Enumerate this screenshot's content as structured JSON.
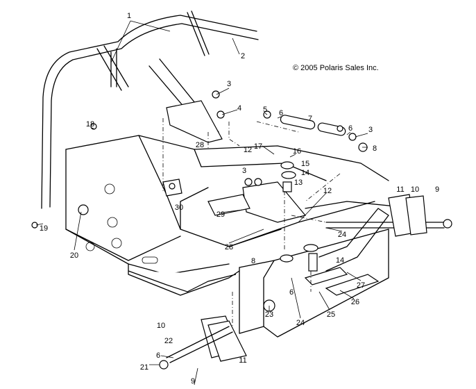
{
  "copyright": "© 2005 Polaris Sales Inc.",
  "callouts": [
    "1",
    "2",
    "3",
    "4",
    "5",
    "6",
    "7",
    "6",
    "3",
    "8",
    "18",
    "17",
    "16",
    "15",
    "14",
    "13",
    "3",
    "12",
    "29",
    "28",
    "30",
    "28",
    "11",
    "10",
    "9",
    "24",
    "12",
    "14",
    "8",
    "6",
    "27",
    "26",
    "25",
    "24",
    "23",
    "19",
    "20",
    "10",
    "22",
    "11",
    "6",
    "21",
    "9"
  ]
}
